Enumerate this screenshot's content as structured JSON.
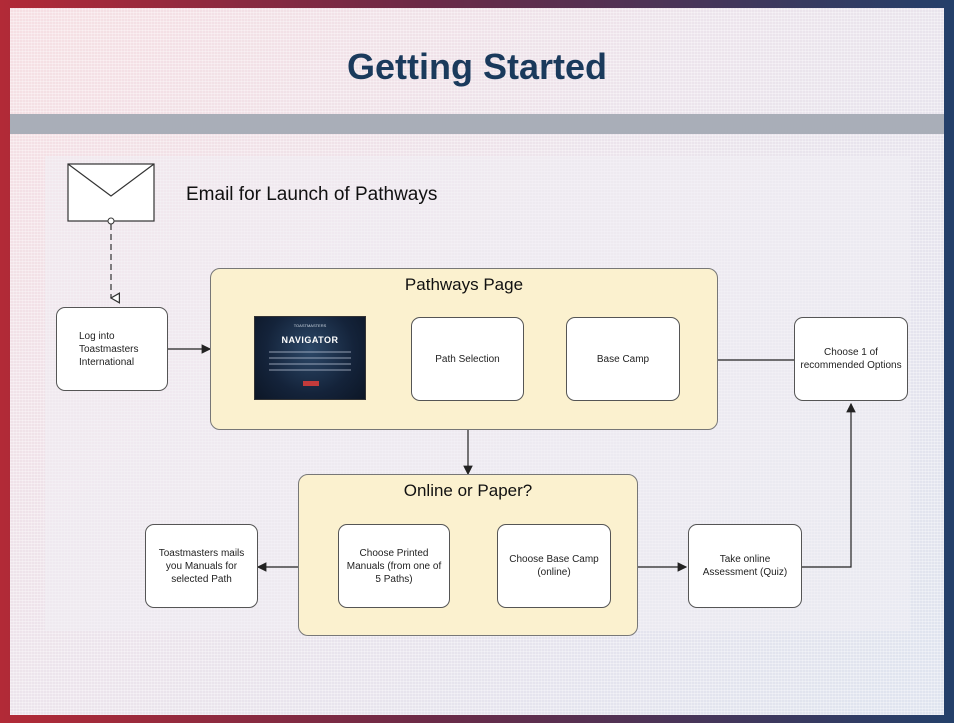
{
  "slide": {
    "title": "Getting Started"
  },
  "email": {
    "caption": "Email for Launch of Pathways",
    "icon": "envelope-icon"
  },
  "nodes": {
    "login": "Log into Toastmasters International",
    "path_selection": "Path Selection",
    "base_camp": "Base Camp",
    "choose_option": "Choose 1 of recommended Options",
    "printed_manuals": "Choose Printed Manuals (from one of 5 Paths)",
    "base_camp_online": "Choose Base Camp (online)",
    "assessment": "Take online Assessment (Quiz)",
    "mail_manuals": "Toastmasters mails you Manuals for selected Path"
  },
  "groups": {
    "pathways_page": "Pathways Page",
    "online_or_paper": "Online or Paper?"
  },
  "navigator_image": {
    "title": "NAVIGATOR",
    "top_text": "TOASTMASTERS"
  },
  "colors": {
    "title": "#1a3a5c",
    "group_fill": "#fbf1cf",
    "border_left": "#b22a37",
    "border_right": "#24406a"
  }
}
